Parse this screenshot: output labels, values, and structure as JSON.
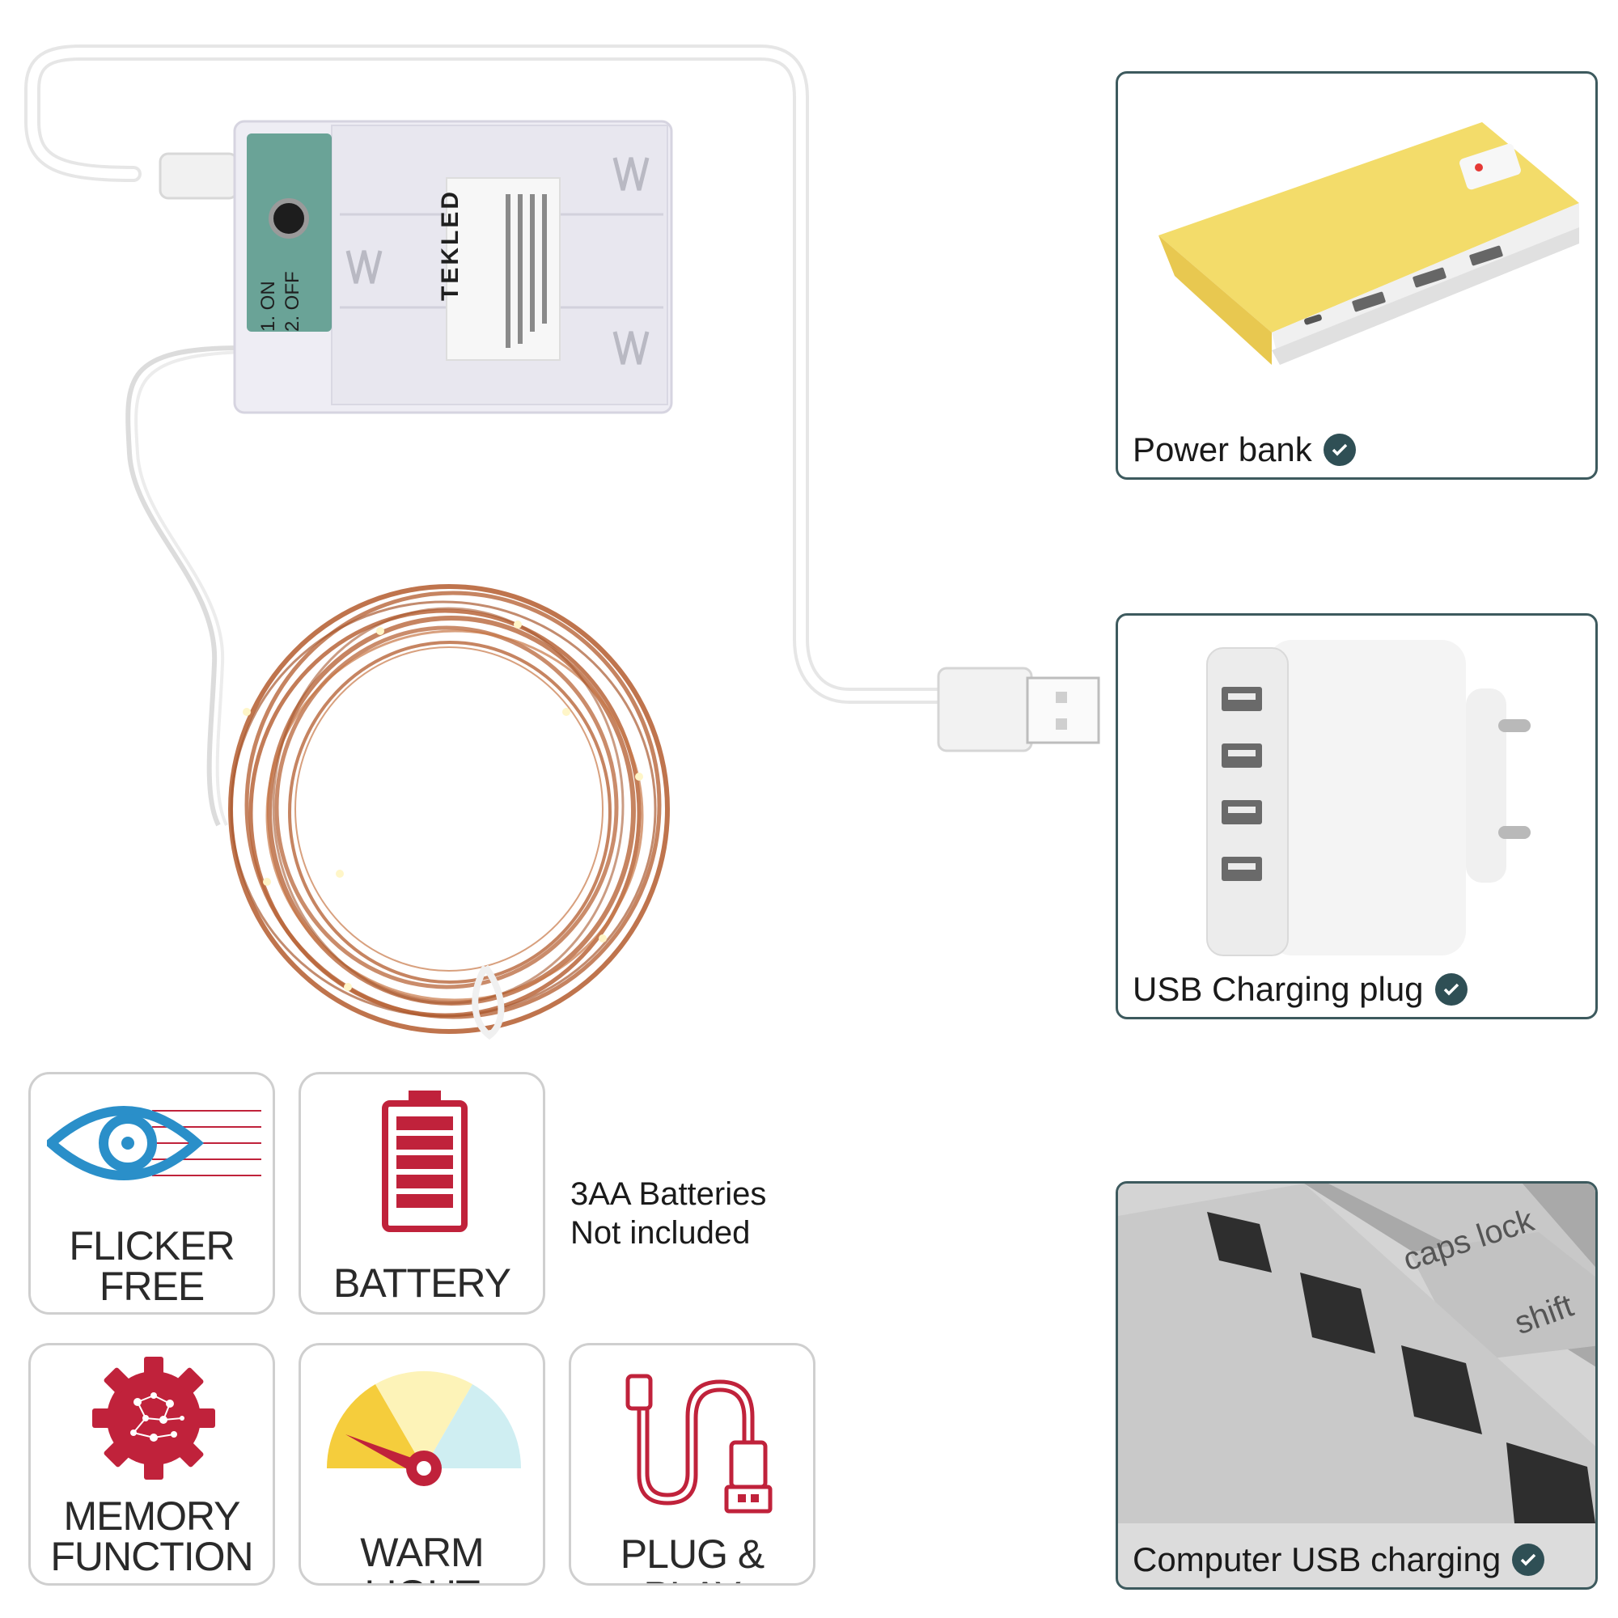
{
  "controller": {
    "brand": "TEKLED",
    "switch_on": "1. ON",
    "switch_off": "2. OFF"
  },
  "sources": [
    {
      "label": "Power bank",
      "icon": "power-bank"
    },
    {
      "label": "USB Charging plug",
      "icon": "usb-wall-charger"
    },
    {
      "label": "Computer USB charging",
      "icon": "laptop-usb-port"
    }
  ],
  "features": [
    {
      "label_line1": "FLICKER",
      "label_line2": "FREE",
      "icon": "eye-icon"
    },
    {
      "label_line1": "BATTERY",
      "icon": "battery-icon"
    },
    {
      "label_line1": "MEMORY",
      "label_line2": "FUNCTION",
      "icon": "gear-brain-icon"
    },
    {
      "label_line1": "WARM LIGHT",
      "icon": "gauge-icon"
    },
    {
      "label_line1": "PLUG & PLAY",
      "icon": "usb-cable-icon"
    }
  ],
  "battery_note": {
    "line1": "3AA Batteries",
    "line2": "Not included"
  },
  "laptop_keys": {
    "key1": "caps lock",
    "key2": "shift"
  },
  "colors": {
    "card_border": "#3d5a5e",
    "check": "#2f4f55",
    "icon_red": "#c0223b",
    "icon_blue": "#2a8fc9",
    "copper": "#b8653a"
  }
}
